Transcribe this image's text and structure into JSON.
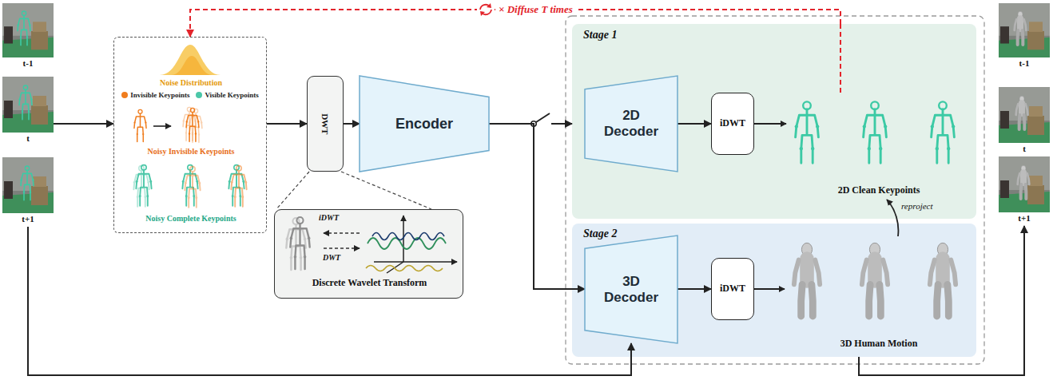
{
  "diagram": {
    "nodes": [
      {
        "text": [
          "t-1"
        ]
      },
      {
        "text": [
          "t"
        ]
      },
      {
        "text": [
          "t+1"
        ]
      },
      {
        "text": [
          "Noise Distribution",
          "Noisy Invisible Keypoints",
          "Noisy Complete Keypoints"
        ]
      },
      {
        "text": [
          "DWT"
        ]
      },
      {
        "text": [
          "Encoder"
        ]
      },
      {
        "text": [
          "Discrete Wavelet Transform"
        ]
      },
      {
        "text": [
          "Stage 1",
          "2D Clean Keypoints"
        ]
      },
      {
        "text": [
          "2D Decoder"
        ],
        "in": 7
      },
      {
        "text": [
          "iDWT"
        ],
        "in": 7
      },
      {
        "text": [
          "Stage 2",
          "3D Human Motion"
        ]
      },
      {
        "text": [
          "3D Decoder"
        ],
        "in": 10
      },
      {
        "text": [
          "iDWT"
        ],
        "in": 10
      },
      {
        "text": [
          "t-1"
        ]
      },
      {
        "text": [
          "t"
        ]
      },
      {
        "text": [
          "t+1"
        ]
      }
    ],
    "edges": [
      {
        "from": 1,
        "to": 3,
        "arrow": "to"
      },
      {
        "from": 3,
        "to": 4,
        "arrow": "to"
      },
      {
        "from": 4,
        "to": 5,
        "arrow": "to"
      },
      {
        "from": 4,
        "to": 6,
        "arrow": "none"
      },
      {
        "from": 4,
        "to": 6,
        "arrow": "none"
      },
      {
        "from": 5,
        "to": 7,
        "arrow": "to"
      },
      {
        "from": 5,
        "to": 11,
        "arrow": "to"
      },
      {
        "from": 8,
        "to": 9,
        "arrow": "to"
      },
      {
        "from": 11,
        "to": 12,
        "arrow": "to"
      },
      {
        "from": 7,
        "to": 3,
        "label": "× Diffuse T times",
        "arrow": "to"
      },
      {
        "from": 2,
        "to": 11,
        "arrow": "to"
      },
      {
        "from": 10,
        "to": 15,
        "arrow": "to"
      }
    ],
    "labels": [
      "reproject",
      "iDWT",
      "DWT"
    ],
    "legend": [
      {
        "text": "Invisible Keypoints",
        "color": "#f07d1e"
      },
      {
        "text": "Visible Keypoints",
        "color": "#4cc7a8"
      }
    ]
  }
}
